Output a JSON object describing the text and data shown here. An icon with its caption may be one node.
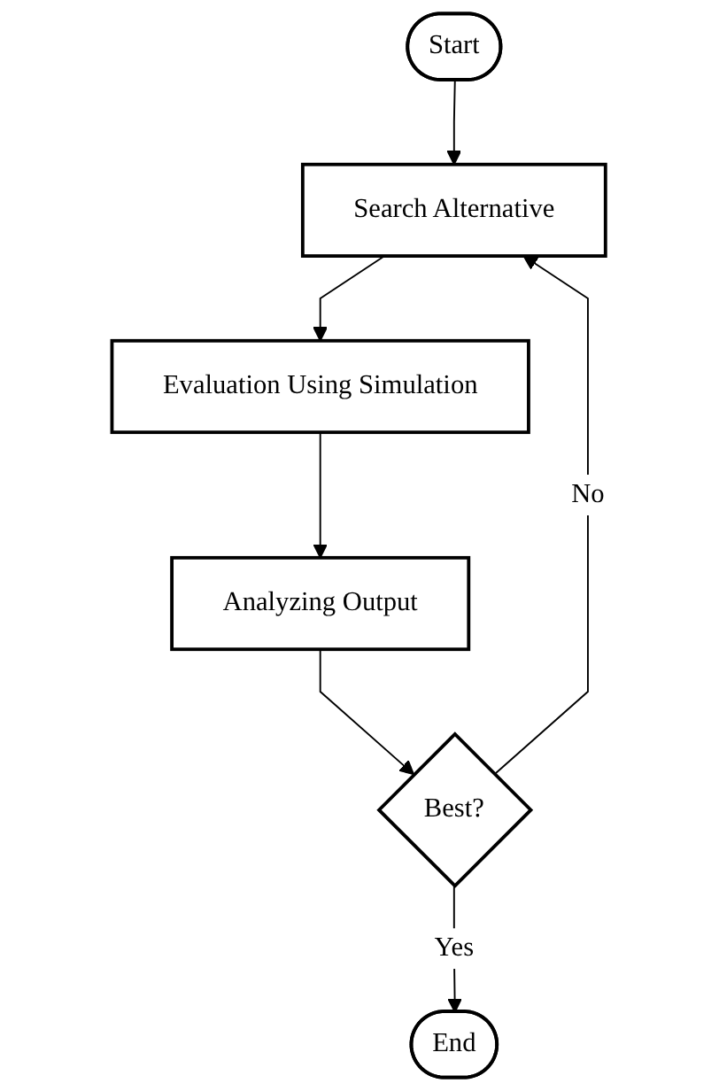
{
  "diagram": {
    "nodes": [
      {
        "text": [
          "Start"
        ]
      },
      {
        "text": [
          "Search Alternative"
        ]
      },
      {
        "text": [
          "Evaluation Using Simulation"
        ]
      },
      {
        "text": [
          "Analyzing Output"
        ]
      },
      {
        "text": [
          "Best?"
        ]
      },
      {
        "text": [
          "End"
        ]
      }
    ],
    "edges": [
      {
        "from": 0,
        "to": 1,
        "arrow": "to"
      },
      {
        "from": 1,
        "to": 2,
        "arrow": "to"
      },
      {
        "from": 2,
        "to": 3,
        "arrow": "to"
      },
      {
        "from": 3,
        "to": 4,
        "arrow": "to"
      },
      {
        "from": 4,
        "to": 5,
        "arrow": "to",
        "label": "Yes"
      },
      {
        "from": 4,
        "to": 1,
        "arrow": "to",
        "label": "No"
      }
    ]
  }
}
